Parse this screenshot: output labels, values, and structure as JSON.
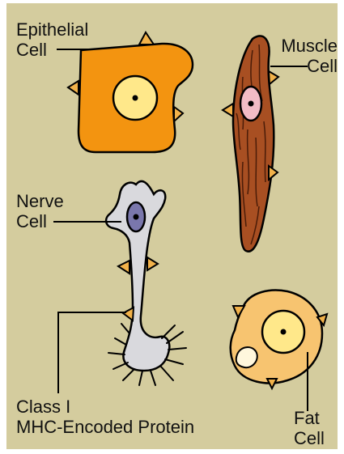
{
  "labels": {
    "epithelial": [
      "Epithelial",
      "Cell"
    ],
    "muscle": [
      "Muscle",
      "Cell"
    ],
    "nerve": [
      "Nerve",
      "Cell"
    ],
    "protein": [
      "Class I",
      "MHC-Encoded Protein"
    ],
    "fat": [
      "Fat",
      "Cell"
    ]
  },
  "colors": {
    "background": "#d4cc9e",
    "epithelial_cell": "#f39410",
    "muscle_cell": "#a84f22",
    "muscle_nucleus": "#f2bcc6",
    "nerve_cell": "#d9d9dd",
    "nerve_nucleus": "#7a77ac",
    "fat_cell": "#f7c470",
    "nucleus_light": "#ffe88a",
    "protein": "#f2b24a"
  }
}
